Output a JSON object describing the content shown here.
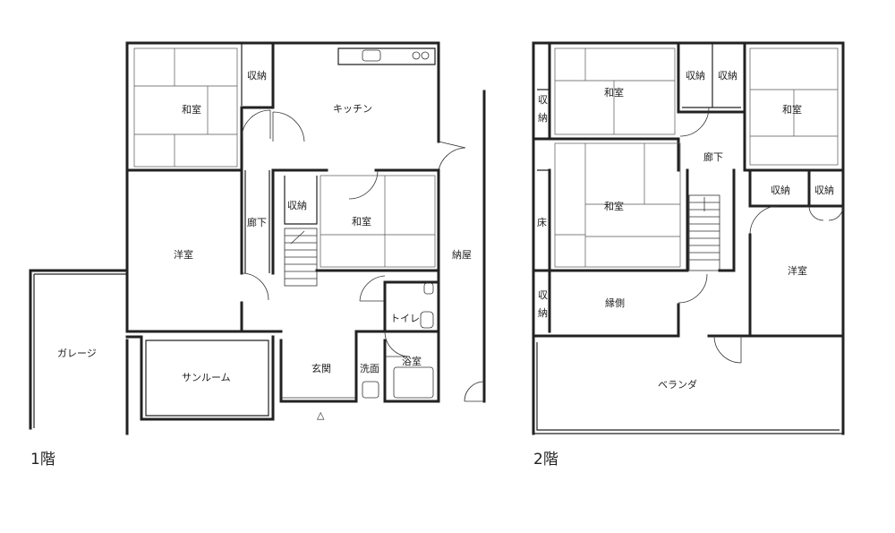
{
  "floor1": {
    "floor_label": "1階",
    "rooms": {
      "washitsu_nw": "和室",
      "storage_nw": "収納",
      "kitchen": "キッチン",
      "hallway": "廊下",
      "storage_mid": "収納",
      "washitsu_mid": "和室",
      "youshitsu": "洋室",
      "storehouse": "納屋",
      "garage": "ガレージ",
      "toilet": "トイレ",
      "sunroom": "サンルーム",
      "entrance": "玄関",
      "washroom": "洗面",
      "bathroom": "浴室",
      "entry_mark": "△"
    }
  },
  "floor2": {
    "floor_label": "2階",
    "rooms": {
      "storage_left_top": "収\n納",
      "washitsu_top": "和室",
      "storage_top_a": "収納",
      "storage_top_b": "収納",
      "washitsu_right": "和室",
      "hallway": "廊下",
      "washitsu_center": "和室",
      "toko": "床",
      "storage_right_a": "収納",
      "storage_right_b": "収納",
      "youshitsu": "洋室",
      "storage_left_bottom": "収\n納",
      "engawa": "縁側",
      "veranda": "ベランダ"
    }
  }
}
